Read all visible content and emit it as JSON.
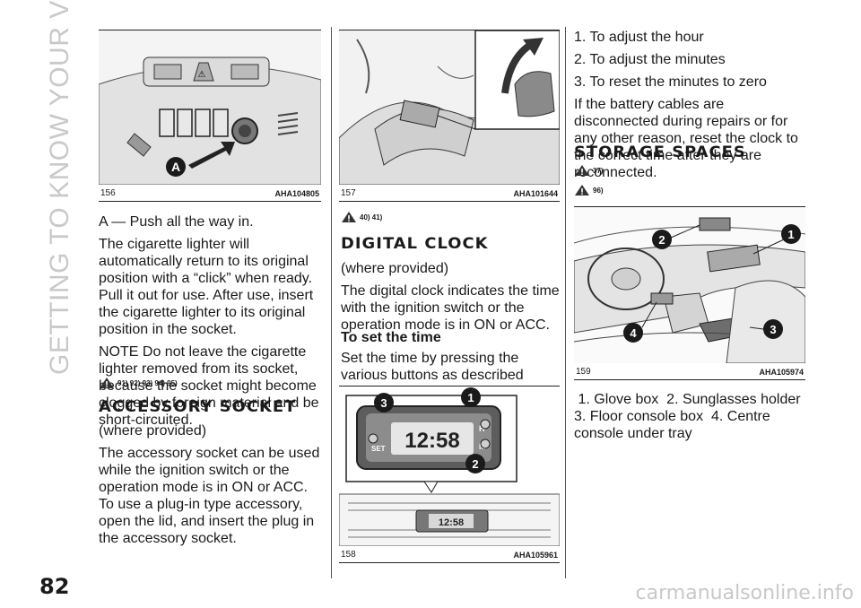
{
  "page": {
    "section_title": "GETTING TO KNOW YOUR VEHICLE",
    "page_number": "82",
    "watermark": "carmanualsonline.info"
  },
  "figures": [
    {
      "number": "156",
      "code": "AHA104805",
      "label": "A"
    },
    {
      "number": "157",
      "code": "AHA101644"
    },
    {
      "number": "158",
      "code": "AHA105961",
      "clock_time": "12:58",
      "set_label": "SET",
      "h_label": "H",
      "m_label": "M",
      "callouts": [
        "3",
        "1",
        "2"
      ]
    },
    {
      "number": "159",
      "code": "AHA105974",
      "callouts": [
        "2",
        "1",
        "4",
        "3"
      ]
    }
  ],
  "col1": {
    "p1": "A — Push all the way in.",
    "p2": "The cigarette lighter will automatically return to its original position with a “click” when ready. Pull it out for use. After use, insert the cigarette lighter to its original position in the socket.",
    "p3": "NOTE Do not leave the cigarette lighter removed from its socket, because the socket might become clogged by foreign material and be short-circuited.",
    "warn_refs": "91) 92) 93) 94) 95)",
    "heading": "ACCESSORY SOCKET",
    "p4": "(where provided)",
    "p5": "The accessory socket can be used while the ignition switch or the operation mode is in ON or ACC. To use a plug-in type accessory, open the lid, and insert the plug in the accessory socket."
  },
  "col2": {
    "warn_refs": "40) 41)",
    "heading": "DIGITAL CLOCK",
    "p1": "(where provided)",
    "p2": "The digital clock indicates the time with the ignition switch or the operation mode is in ON or ACC.",
    "subheading": "To set the time",
    "p3": "Set the time by pressing the various buttons as described below."
  },
  "col3": {
    "items": [
      "1. To adjust the hour",
      "2. To adjust the minutes",
      "3. To reset the minutes to zero"
    ],
    "p1": "If the battery cables are disconnected during repairs or for any other reason, reset the clock to the correct time after they are reconnected.",
    "heading": "STORAGE SPACES",
    "warn_ref1": "37)",
    "warn_ref2": "96)",
    "legend": " 1. Glove box  2. Sunglasses holder  3. Floor console box  4. Centre console under tray"
  }
}
